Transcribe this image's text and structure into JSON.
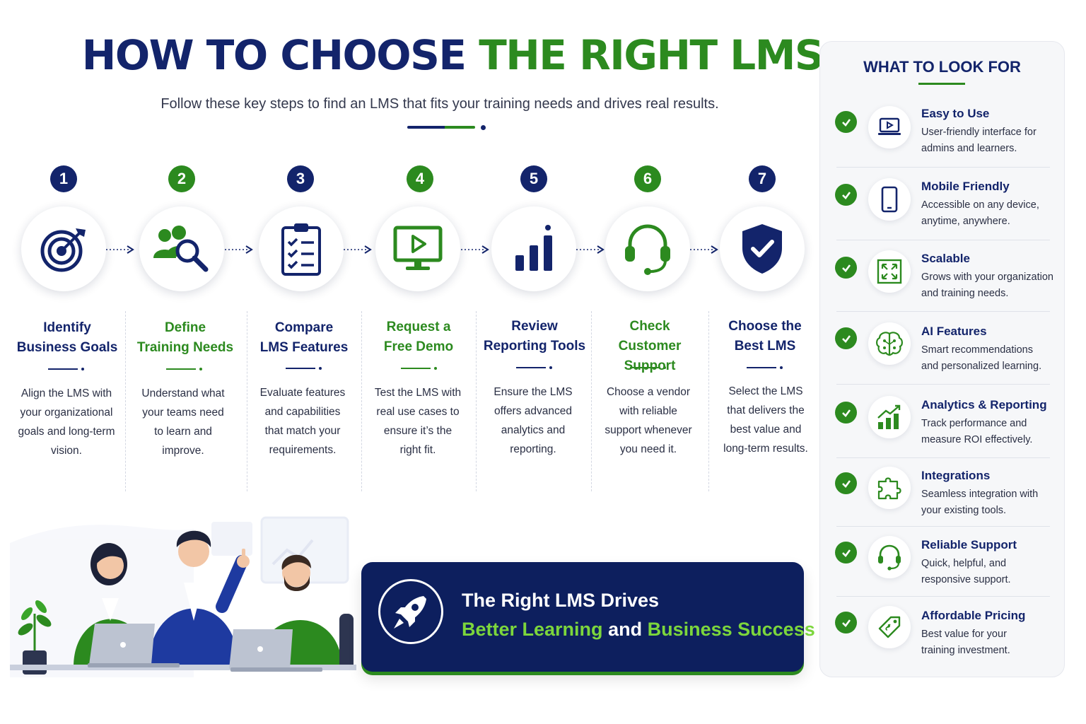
{
  "header": {
    "title_part1": "HOW TO CHOOSE",
    "title_part2": "THE RIGHT LMS",
    "subtitle": "Follow these key steps to find an LMS that fits your training needs and drives real results."
  },
  "colors": {
    "navy": "#13246b",
    "green": "#2c8a1f",
    "banner_bg": "#0d1f5e",
    "banner_accent": "#7cd63c"
  },
  "steps": [
    {
      "number": "1",
      "title_line1": "Identify",
      "title_line2": "Business Goals",
      "icon": "target-icon",
      "desc": [
        "Align the LMS with",
        "your organizational",
        "goals and long-term",
        "vision."
      ]
    },
    {
      "number": "2",
      "title_line1": "Define",
      "title_line2": "Training Needs",
      "icon": "team-search-icon",
      "desc": [
        "Understand what",
        "your teams need",
        "to learn and",
        "improve."
      ]
    },
    {
      "number": "3",
      "title_line1": "Compare",
      "title_line2": "LMS Features",
      "icon": "checklist-icon",
      "desc": [
        "Evaluate features",
        "and capabilities",
        "that match your",
        "requirements."
      ]
    },
    {
      "number": "4",
      "title_line1": "Request a",
      "title_line2": "Free Demo",
      "icon": "monitor-play-icon",
      "desc": [
        "Test the LMS with",
        "real use cases to",
        "ensure it’s the",
        "right fit."
      ]
    },
    {
      "number": "5",
      "title_line1": "Review",
      "title_line2": "Reporting Tools",
      "icon": "bar-chart-icon",
      "desc": [
        "Ensure the LMS",
        "offers advanced",
        "analytics and",
        "reporting."
      ]
    },
    {
      "number": "6",
      "title_line1": "Check",
      "title_line2": "Customer Support",
      "icon": "headset-icon",
      "desc": [
        "Choose a vendor",
        "with reliable",
        "support whenever",
        "you need it."
      ]
    },
    {
      "number": "7",
      "title_line1": "Choose the",
      "title_line2": "Best LMS",
      "icon": "shield-check-icon",
      "desc": [
        "Select the LMS",
        "that delivers the",
        "best value and",
        "long-term results."
      ]
    }
  ],
  "sidebar": {
    "title": "WHAT TO LOOK FOR",
    "features": [
      {
        "title": "Easy to Use",
        "icon": "laptop-play-icon",
        "desc": [
          "User-friendly interface for",
          "admins and learners."
        ]
      },
      {
        "title": "Mobile Friendly",
        "icon": "smartphone-icon",
        "desc": [
          "Accessible on any device,",
          "anytime, anywhere."
        ]
      },
      {
        "title": "Scalable",
        "icon": "expand-icon",
        "desc": [
          "Grows with your organization",
          "and training needs."
        ]
      },
      {
        "title": "AI Features",
        "icon": "brain-icon",
        "desc": [
          "Smart recommendations",
          "and personalized learning."
        ]
      },
      {
        "title": "Analytics & Reporting",
        "icon": "growth-chart-icon",
        "desc": [
          "Track performance and",
          "measure ROI effectively."
        ]
      },
      {
        "title": "Integrations",
        "icon": "puzzle-icon",
        "desc": [
          "Seamless integration with",
          "your existing tools."
        ]
      },
      {
        "title": "Reliable Support",
        "icon": "headset-icon",
        "desc": [
          "Quick, helpful, and",
          "responsive support."
        ]
      },
      {
        "title": "Affordable Pricing",
        "icon": "price-tag-icon",
        "desc": [
          "Best value for your",
          "training investment."
        ]
      }
    ]
  },
  "banner": {
    "icon": "rocket-icon",
    "line1": "The Right LMS Drives",
    "line2_part1": "Better Learning",
    "line2_part2": "and",
    "line2_part3": "Business Success"
  }
}
